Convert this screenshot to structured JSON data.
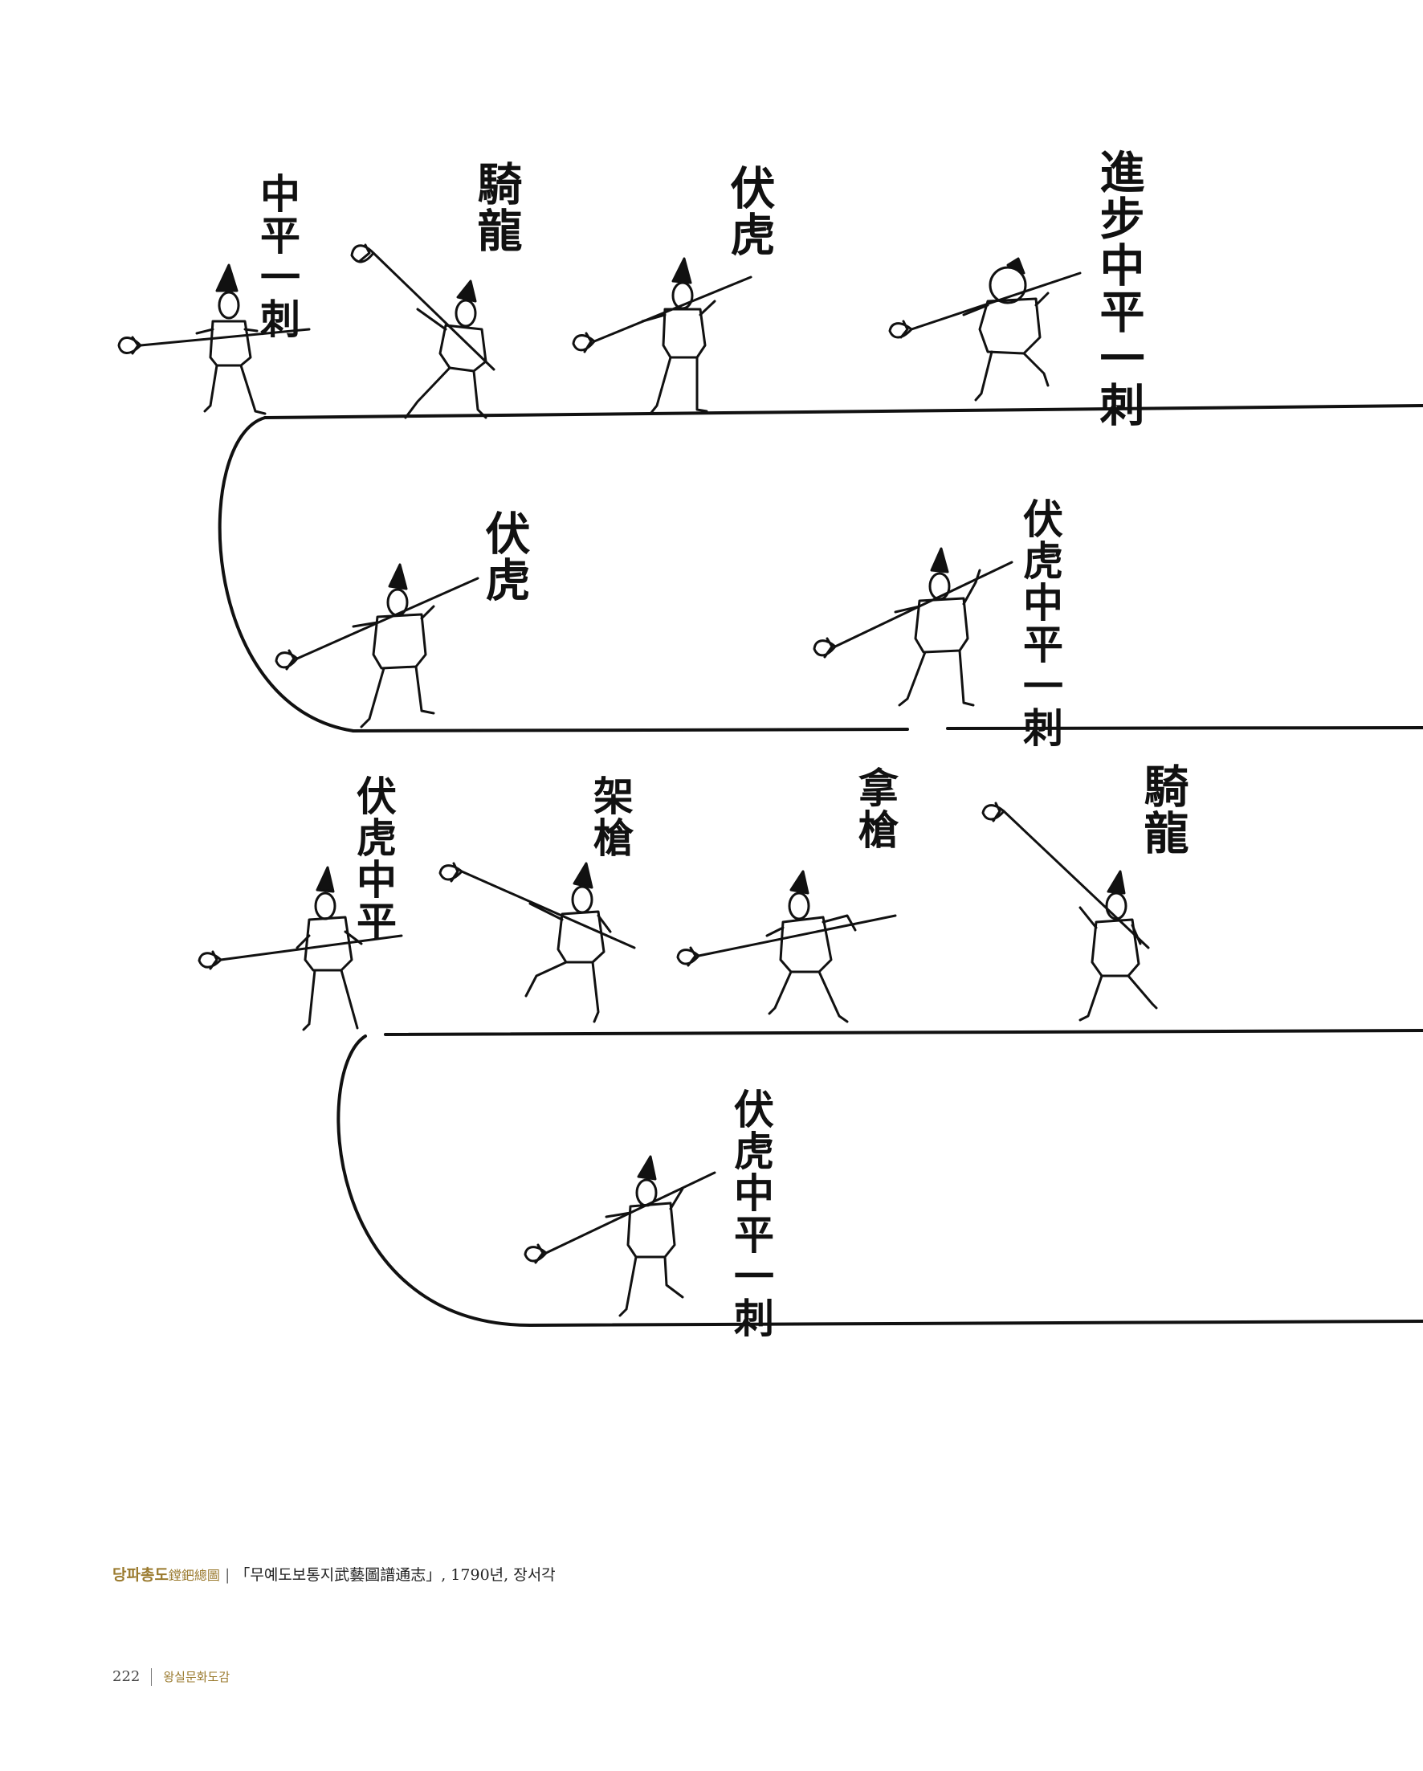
{
  "figure": {
    "labels": [
      "中平一刺",
      "騎龍",
      "伏虎",
      "進步中平一刺",
      "伏虎",
      "伏虎中平一刺",
      "伏虎中平",
      "架槍",
      "拿槍",
      "騎龍",
      "伏虎中平一刺"
    ]
  },
  "caption": {
    "title": "당파총도",
    "title_hanja": "鏜鈀總圖",
    "separator": "|",
    "source": "「무예도보통지武藝圖譜通志」, 1790년, 장서각"
  },
  "footer": {
    "page_number": "222",
    "book_title": "왕실문화도감"
  }
}
